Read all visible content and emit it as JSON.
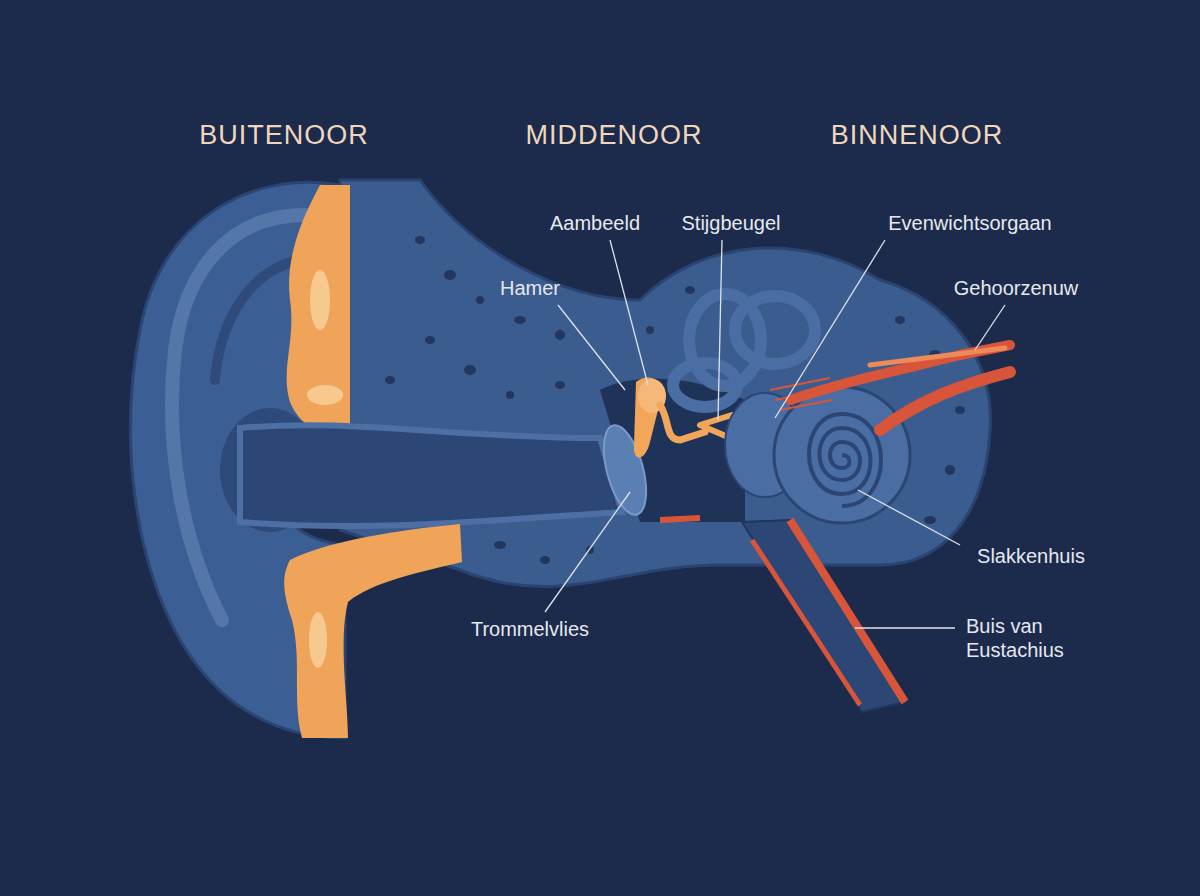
{
  "diagram": {
    "labels": [
      "BUITENOOR",
      "MIDDENOOR",
      "BINNENOOR",
      "Aambeeld",
      "Stijgbeugel",
      "Evenwichtsorgaan",
      "Hamer",
      "Gehoorzenuw",
      "Trommelvlies",
      "Slakkenhuis",
      "Buis van Eustachius"
    ]
  }
}
